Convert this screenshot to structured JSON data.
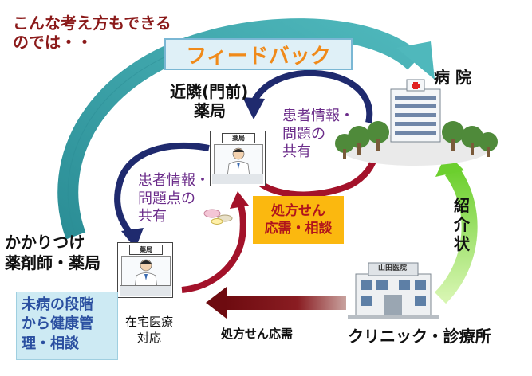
{
  "callout": {
    "line1": "こんな考え方もできる",
    "line2": "のでは・・"
  },
  "feedback": "フィードバック",
  "hospital": {
    "label": "病 院"
  },
  "nearby_pharmacy": {
    "line1": "近隣(門前)",
    "line2": "薬局",
    "sign": "薬局"
  },
  "shared_top": {
    "line1": "患者情報・",
    "line2": "問題の",
    "line3": "共有"
  },
  "shared_left": {
    "line1": "患者情報・",
    "line2": "問題点の",
    "line3": "共有"
  },
  "prescription_box": {
    "line1": "処方せん",
    "line2": "応需・相談"
  },
  "family_pharmacy": {
    "line1": "かかりつけ",
    "line2": "薬剤師・薬局",
    "sign": "薬局"
  },
  "mibyou": {
    "line1": "未病の段階",
    "line2": "から健康管",
    "line3": "理・相談"
  },
  "home_care": {
    "line1": "在宅医療",
    "line2": "対応"
  },
  "prescription_flow": "処方せん応需",
  "referral": {
    "c1": "紹",
    "c2": "介",
    "c3": "状"
  },
  "clinic": {
    "label": "クリニック・診療所",
    "sign": "山田医院"
  },
  "colors": {
    "feedback_arrow": "#3aa0a8",
    "callout_text": "#8b1a1a",
    "feedback_text": "#f08a1a",
    "shared_text": "#6b2c8a",
    "cycle_navy": "#1f2a6e",
    "cycle_red": "#a3122a",
    "rx_flow": "#7a0f14",
    "referral_arrow": "#7fd24a",
    "rx_box_bg": "#fbb80f",
    "rx_box_text": "#b0141c",
    "mibyou_bg": "#cdeaf3",
    "mibyou_text": "#2a4fa0"
  }
}
